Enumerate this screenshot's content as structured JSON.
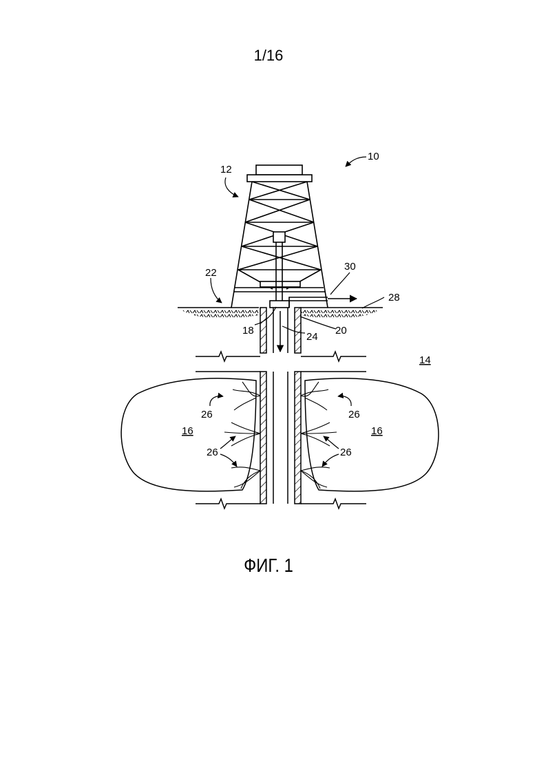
{
  "page_number": "1/16",
  "figure_caption": "ФИГ. 1",
  "reference_numerals": {
    "system": "10",
    "rig": "12",
    "formation": "14",
    "zone_left": "16",
    "zone_right": "16",
    "tubing": "18",
    "casing": "20",
    "surface": "22",
    "flow_arrow": "24",
    "fractures_ul": "26",
    "fractures_ur": "26",
    "fractures_ll": "26",
    "fractures_lr": "26",
    "return_flow": "28",
    "return_line": "30"
  }
}
